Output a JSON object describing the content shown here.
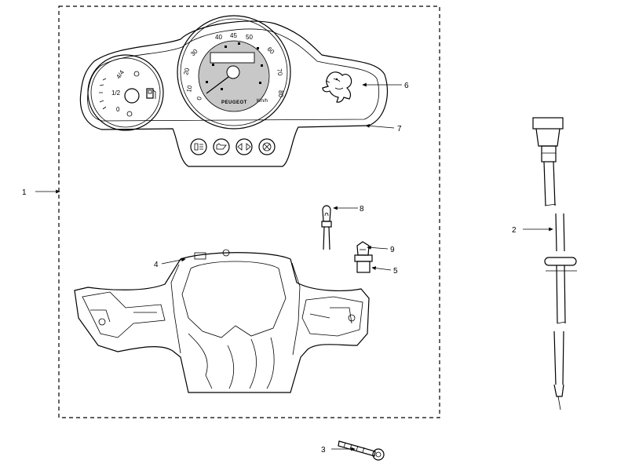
{
  "callouts": {
    "c1": "1",
    "c2": "2",
    "c3": "3",
    "c4": "4",
    "c5": "5",
    "c6": "6",
    "c7": "7",
    "c8": "8",
    "c9": "9"
  },
  "speedometer": {
    "ticks": [
      "0",
      "10",
      "20",
      "30",
      "40",
      "45",
      "50",
      "60",
      "70",
      "80"
    ],
    "unit": "Km/h",
    "brand": "PEUGEOT"
  },
  "fuel_gauge": {
    "full": "4/4",
    "half": "1/2",
    "empty": "0"
  },
  "icons": {
    "fuel": "fuel-pump-icon",
    "lion": "peugeot-lion-logo",
    "indicators": [
      "headlight-icon",
      "oil-icon",
      "turn-signal-icon",
      "warning-icon"
    ]
  },
  "colors": {
    "line": "#000000",
    "dial_shade": "#c8c8c8",
    "background": "#ffffff"
  }
}
